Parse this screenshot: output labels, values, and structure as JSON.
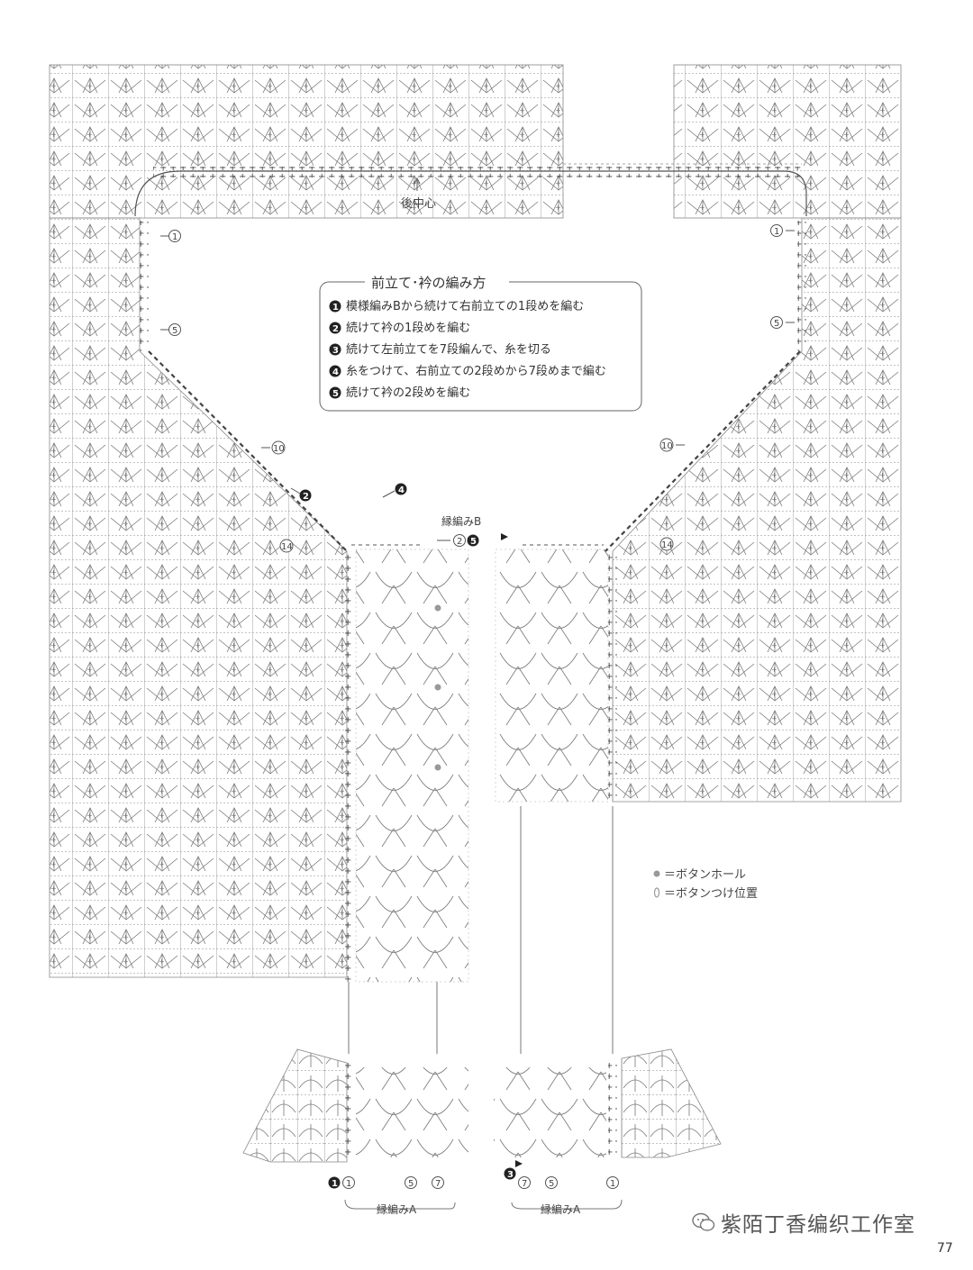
{
  "labels": {
    "back_center": "後中心",
    "edging_b": "縁編みB",
    "edging_a_left": "縁編みA",
    "edging_a_right": "縁編みA"
  },
  "instructions": {
    "title": "前立て･衿の編み方",
    "steps": [
      {
        "num": "1",
        "text": "模様編みBから続けて右前立ての1段めを編む"
      },
      {
        "num": "2",
        "text": "続けて衿の1段めを編む"
      },
      {
        "num": "3",
        "text": "続けて左前立てを7段編んで、糸を切る"
      },
      {
        "num": "4",
        "text": "糸をつけて、右前立ての2段めから7段めまで編む"
      },
      {
        "num": "5",
        "text": "続けて衿の2段めを編む"
      }
    ]
  },
  "row_markers": {
    "r1": "1",
    "r2": "2",
    "r5": "5",
    "r7": "7",
    "r10": "10",
    "r14": "14"
  },
  "step_markers": {
    "s1": "1",
    "s2": "2",
    "s3": "3",
    "s4": "4",
    "s5": "5"
  },
  "legend": {
    "buttonhole": "＝ボタンホール",
    "button_position": "＝ボタンつけ位置"
  },
  "watermark": "紫陌丁香编织工作室",
  "page_number": "77",
  "colors": {
    "line": "#555555",
    "grid": "#8a8a8a",
    "marker_fill": "#222222",
    "buttonhole": "#999999"
  }
}
